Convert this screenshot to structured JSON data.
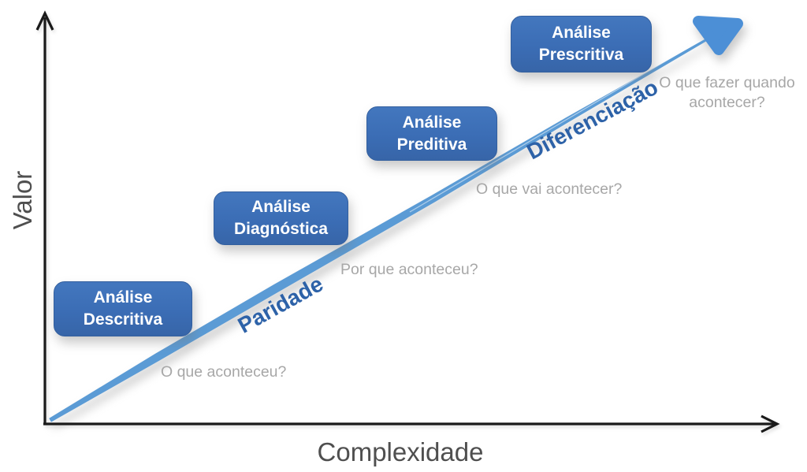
{
  "diagram": {
    "y_axis_label": "Valor",
    "x_axis_label": "Complexidade",
    "stages": [
      {
        "title_line1": "Análise",
        "title_line2": "Descritiva",
        "question": "O que aconteceu?"
      },
      {
        "title_line1": "Análise",
        "title_line2": "Diagnóstica",
        "question": "Por que aconteceu?"
      },
      {
        "title_line1": "Análise",
        "title_line2": "Preditiva",
        "question": "O que vai acontecer?"
      },
      {
        "title_line1": "Análise",
        "title_line2": "Prescritiva",
        "question": "O que fazer quando acontecer?"
      }
    ],
    "zones": [
      {
        "label": "Paridade"
      },
      {
        "label": "Diferenciação"
      }
    ]
  },
  "colors": {
    "box_blue": "#3B6DB5",
    "box_border": "#335F9E",
    "line_blue": "#5B9BD5",
    "head_blue": "#4C8FD6",
    "zone_label_blue": "#2D62A8",
    "question_gray": "#A7A7A7",
    "axis_black": "#1A1A1A",
    "axis_label_gray": "#4F4F4F"
  }
}
